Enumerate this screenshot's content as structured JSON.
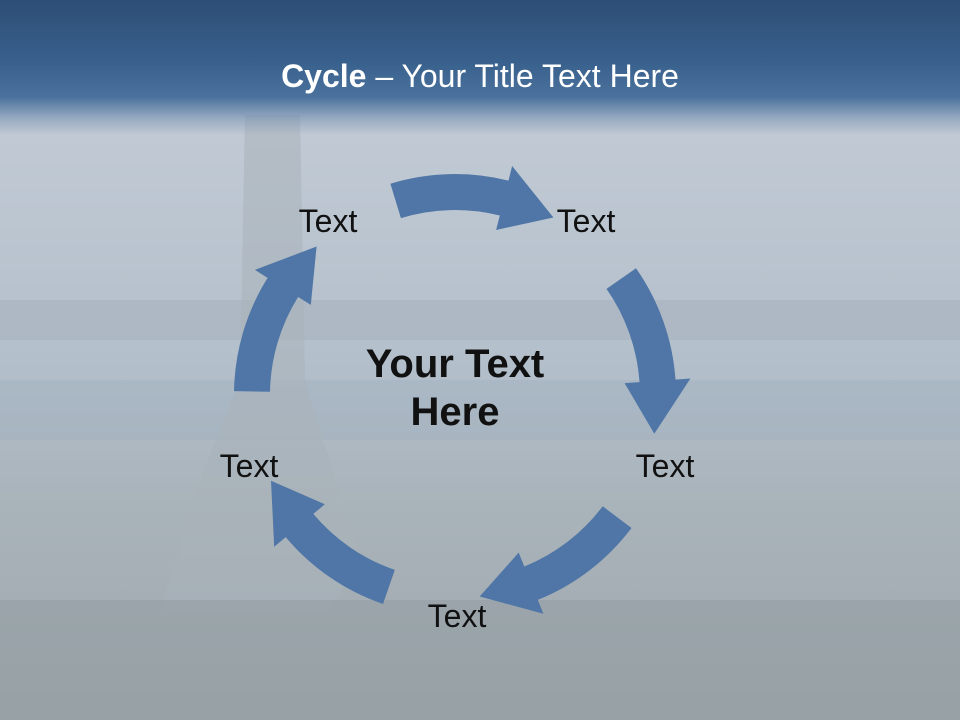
{
  "slide": {
    "title_bold": "Cycle",
    "title_rest": " – Your Title Text Here",
    "center_text_line1": "Your Text",
    "center_text_line2": "Here"
  },
  "cycle": {
    "steps": [
      {
        "label": "Text"
      },
      {
        "label": "Text"
      },
      {
        "label": "Text"
      },
      {
        "label": "Text"
      },
      {
        "label": "Text"
      }
    ]
  },
  "colors": {
    "title_bar": "#38608c",
    "arrow": "#4f76a6",
    "text": "#111111",
    "title_text": "#ffffff"
  }
}
